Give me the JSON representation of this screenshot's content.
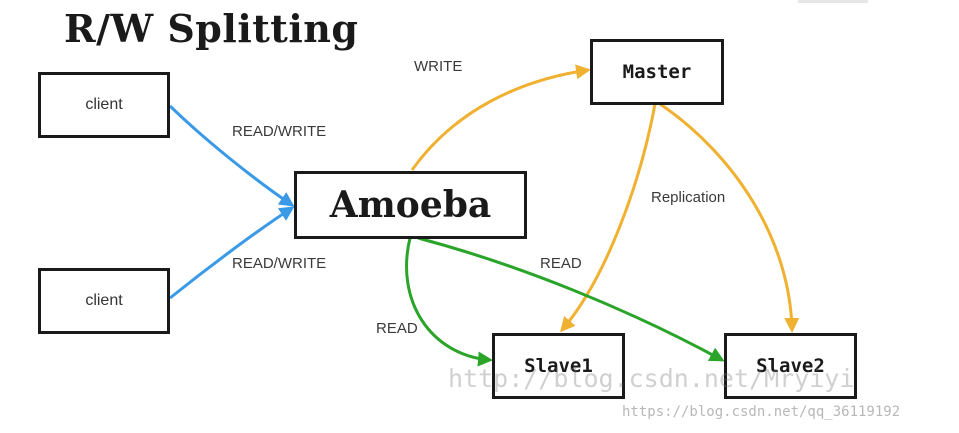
{
  "title": "R/W Splitting",
  "nodes": {
    "client1": "client",
    "client2": "client",
    "amoeba": "Amoeba",
    "master": "Master",
    "slave1": "Slave1",
    "slave2": "Slave2"
  },
  "edges": {
    "client1_to_amoeba": "READ/WRITE",
    "client2_to_amoeba": "READ/WRITE",
    "amoeba_to_master": "WRITE",
    "master_replication": "Replication",
    "amoeba_to_slave1": "READ",
    "amoeba_to_slave2": "READ"
  },
  "colors": {
    "read_write": "#3a9ae8",
    "write_replication": "#f0b030",
    "read": "#2aa52a",
    "box_border": "#1a1a1a"
  },
  "watermark": {
    "main": "http://blog.csdn.net/Mryiyi",
    "corner": "https://blog.csdn.net/qq_36119192"
  }
}
